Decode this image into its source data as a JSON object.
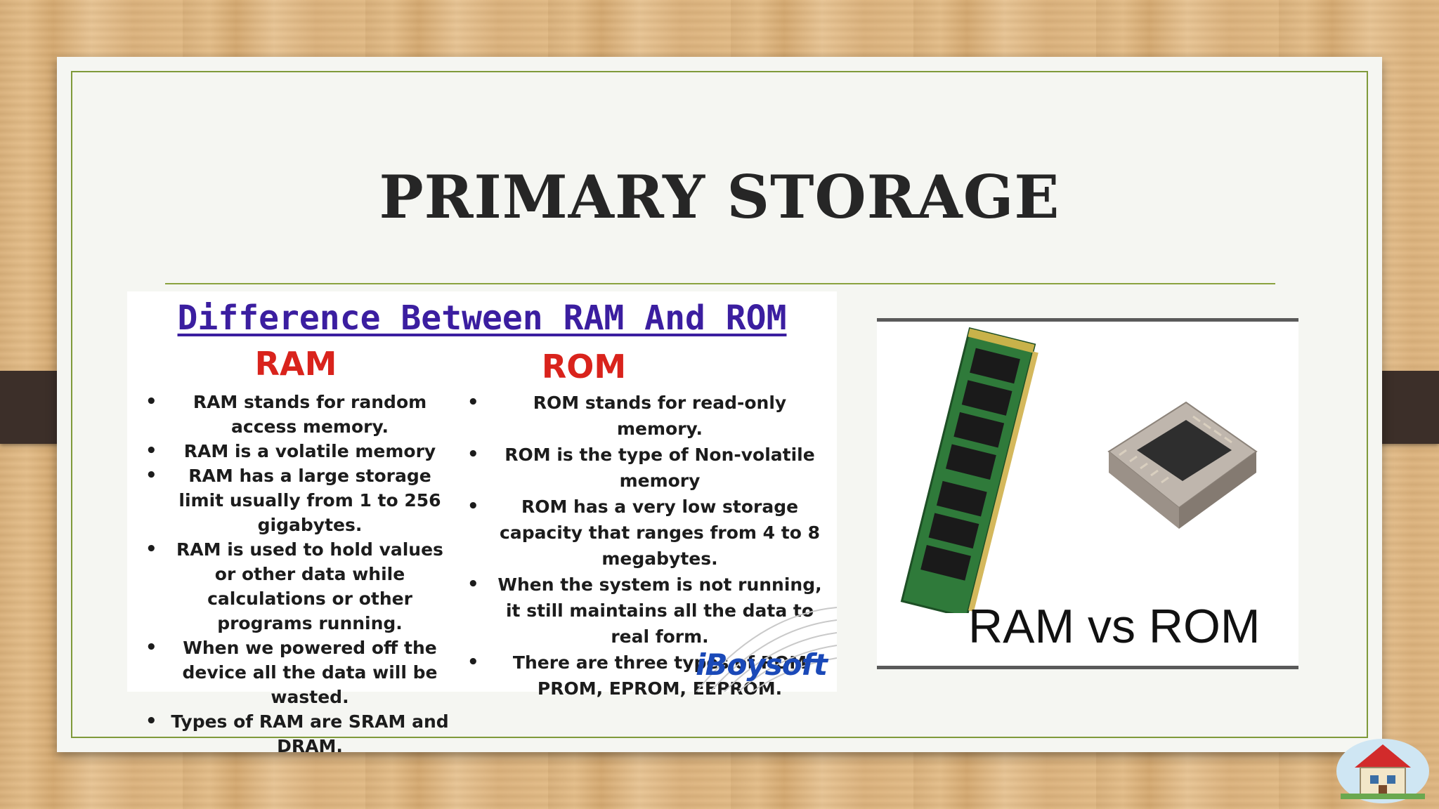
{
  "slide": {
    "title": "PRIMARY STORAGE"
  },
  "infographic": {
    "title": "Difference Between RAM And ROM",
    "ram": {
      "heading": "RAM",
      "points": [
        "RAM stands for random access memory.",
        "RAM is a volatile memory",
        "RAM has a large storage limit usually from 1 to 256 gigabytes.",
        "RAM is used to hold values or other data while calculations or other programs running.",
        "When we powered off the device all the data will be wasted.",
        "Types of RAM are SRAM and DRAM."
      ]
    },
    "rom": {
      "heading": "ROM",
      "points": [
        "ROM stands for read-only memory.",
        "ROM is the type of Non-volatile memory",
        "ROM has a very low storage capacity that ranges from 4 to 8 megabytes.",
        "When the system is not running, it still maintains all the data to real form.",
        "There are three types of ROM PROM, EPROM, EEPROM."
      ]
    },
    "brand": "iBoysoft"
  },
  "photo": {
    "caption": "RAM vs ROM"
  },
  "colors": {
    "frame": "#7f9a3a",
    "info_title": "#3b1ea0",
    "heading_red": "#d9231c",
    "brand_blue": "#1a49b8",
    "pcb_green": "#2f7a3a"
  },
  "icons": [
    "ram-module-icon",
    "rom-chip-icon",
    "house-icon"
  ]
}
